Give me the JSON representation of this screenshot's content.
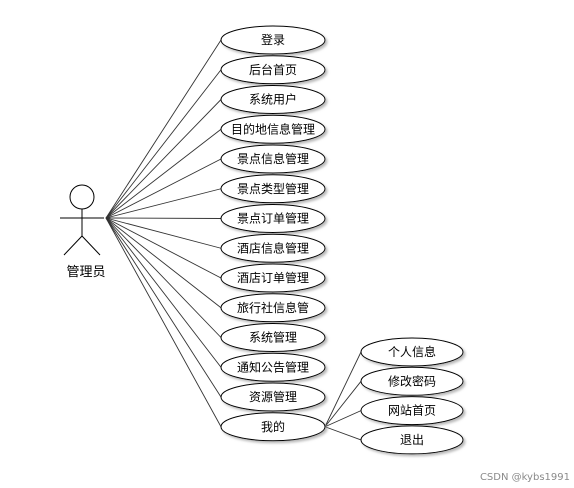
{
  "actor": {
    "label": "管理员"
  },
  "use_cases": [
    {
      "label": "登录"
    },
    {
      "label": "后台首页"
    },
    {
      "label": "系统用户"
    },
    {
      "label": "目的地信息管理"
    },
    {
      "label": "景点信息管理"
    },
    {
      "label": "景点类型管理"
    },
    {
      "label": "景点订单管理"
    },
    {
      "label": "酒店信息管理"
    },
    {
      "label": "酒店订单管理"
    },
    {
      "label": "旅行社信息管"
    },
    {
      "label": "系统管理"
    },
    {
      "label": "通知公告管理"
    },
    {
      "label": "资源管理"
    },
    {
      "label": "我的"
    }
  ],
  "sub_use_cases": [
    {
      "label": "个人信息"
    },
    {
      "label": "修改密码"
    },
    {
      "label": "网站首页"
    },
    {
      "label": "退出"
    }
  ],
  "watermark": "CSDN @kybs1991"
}
